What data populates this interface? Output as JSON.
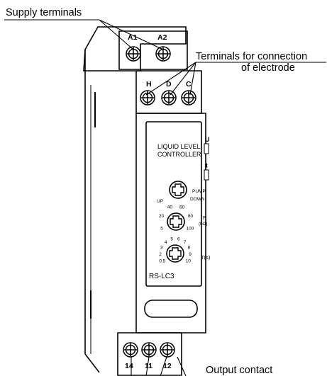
{
  "callouts": {
    "supply_terminals": "Supply terminals",
    "electrode_line1": "Terminals for connection",
    "electrode_line2": "of electrode",
    "output_contact": "Output contact"
  },
  "terminals": {
    "supply": [
      "A1",
      "A2"
    ],
    "electrode": [
      "H",
      "D",
      "C"
    ],
    "output": [
      "14",
      "11",
      "12"
    ]
  },
  "panel": {
    "title_line1": "LIQUID LEVEL",
    "title_line2": "CONTROLLER",
    "led_u": "U",
    "led_relay": "⬍",
    "mode_up": "UP",
    "mode_pump": "PUMP",
    "mode_down": "DOWN",
    "r_label": "R",
    "r_unit": "(kΩ)",
    "r_scale": [
      "5",
      "20",
      "40",
      "60",
      "80",
      "100"
    ],
    "t_label": "T(s)",
    "t_scale": [
      "0.5",
      "2",
      "3",
      "4",
      "5",
      "6",
      "7",
      "8",
      "9",
      "10"
    ],
    "model": "RS-LC3"
  },
  "colors": {
    "line": "#000000",
    "body": "#ffffff"
  }
}
